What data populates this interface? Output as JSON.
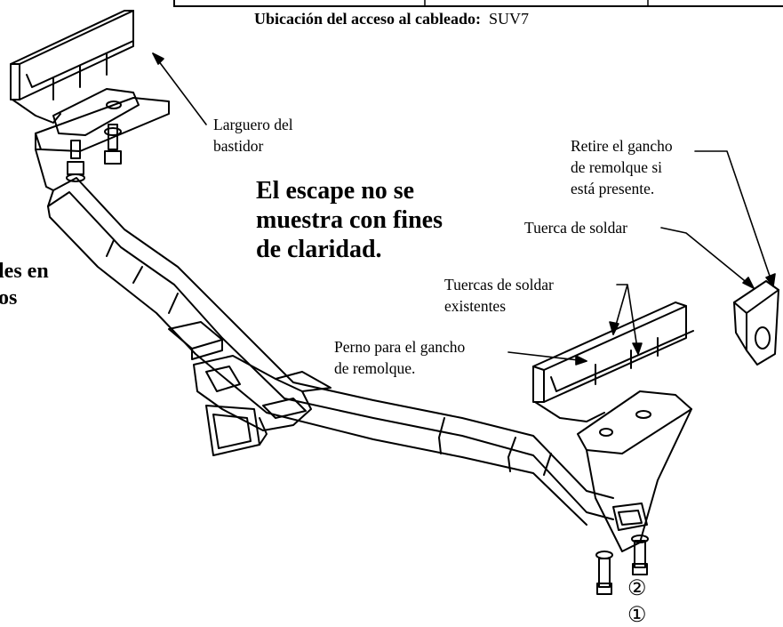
{
  "caption": {
    "label": "Ubicación del acceso al cableado:",
    "value": "SUV7"
  },
  "labels": {
    "frame_rail": "Larguero del\nbastidor",
    "remove_tow_hook": "Retire el gancho\nde remolque si\nestá presente.",
    "weld_nut": "Tuerca de soldar",
    "existing_weld_nuts": "Tuercas de soldar\nexistentes",
    "tow_hook_bolt": "Perno para el gancho\nde remolque.",
    "exhaust_note": "El escape no se\nmuestra con fines\nde claridad.",
    "cut_off_note": "les en\nos"
  },
  "callouts": {
    "one": "①",
    "two": "②"
  }
}
